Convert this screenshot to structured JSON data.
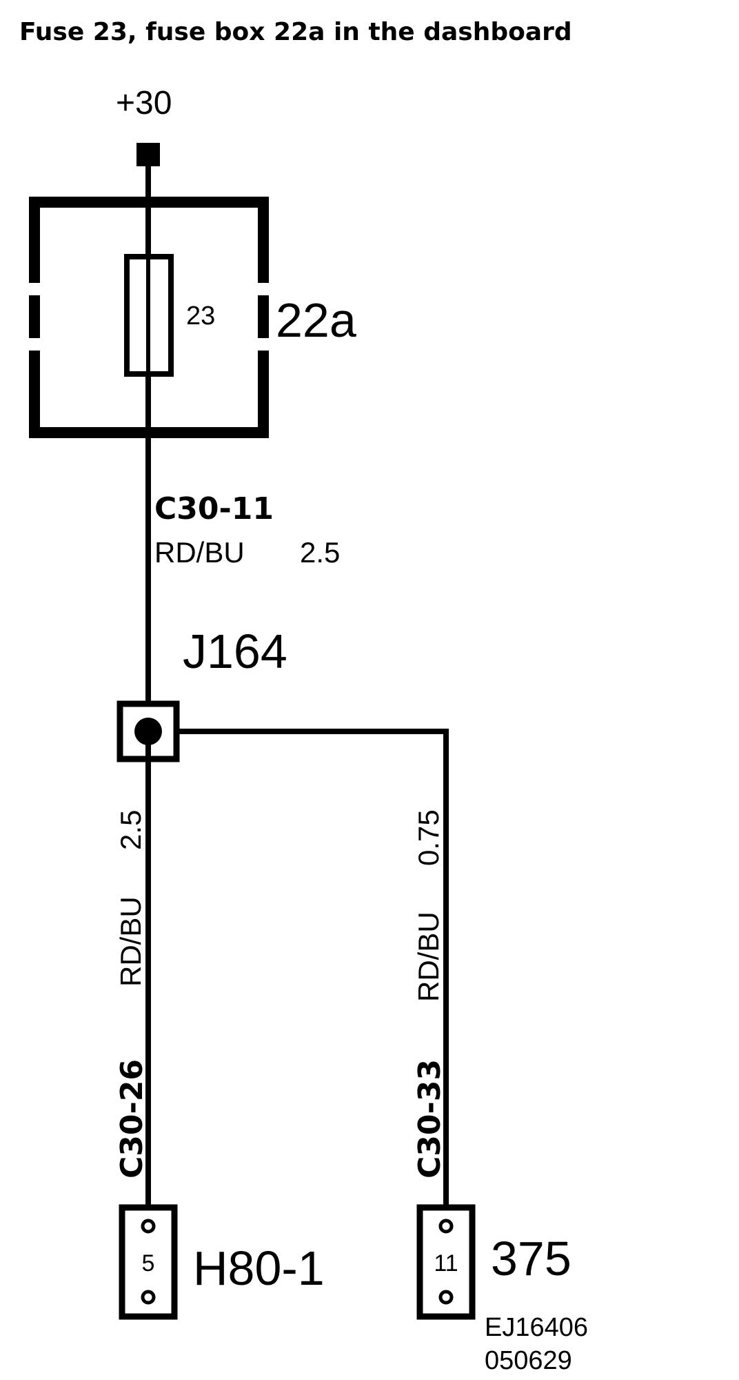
{
  "title": "Fuse 23, fuse box 22a in the dashboard",
  "supply": "+30",
  "fuse": {
    "number": "23",
    "box": "22a"
  },
  "wire_top": {
    "id": "C30-11",
    "color": "RD/BU",
    "size": "2.5"
  },
  "junction": "J164",
  "wire_left": {
    "id": "C30-26",
    "color": "RD/BU",
    "size": "2.5"
  },
  "wire_right": {
    "id": "C30-33",
    "color": "RD/BU",
    "size": "0.75"
  },
  "connector_left": {
    "pin": "5",
    "name": "H80-1"
  },
  "connector_right": {
    "pin": "11",
    "name": "375"
  },
  "ref_code": "EJ16406",
  "ref_date": "050629"
}
